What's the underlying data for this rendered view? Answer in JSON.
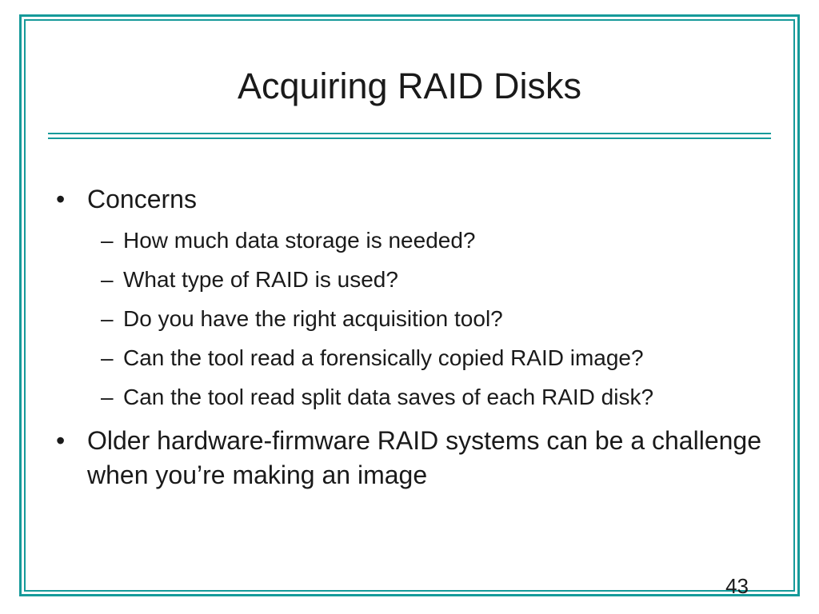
{
  "slide": {
    "title": "Acquiring RAID Disks",
    "bullets": [
      {
        "marker": "•",
        "text": "Concerns",
        "sub_items": [
          {
            "marker": "–",
            "text": "How much data storage is needed?"
          },
          {
            "marker": "–",
            "text": "What type of RAID is used?"
          },
          {
            "marker": "–",
            "text": "Do you have the right acquisition tool?"
          },
          {
            "marker": "–",
            "text": "Can the tool read a forensically copied RAID image?"
          },
          {
            "marker": "–",
            "text": "Can the tool read split data saves of each RAID disk?"
          }
        ]
      },
      {
        "marker": "•",
        "text": "Older hardware-firmware RAID systems can be a challenge when you’re making an image"
      }
    ],
    "slide_number": "43"
  },
  "colors": {
    "frame": "#169a9a",
    "text": "#1a1a1a",
    "background": "#ffffff"
  }
}
